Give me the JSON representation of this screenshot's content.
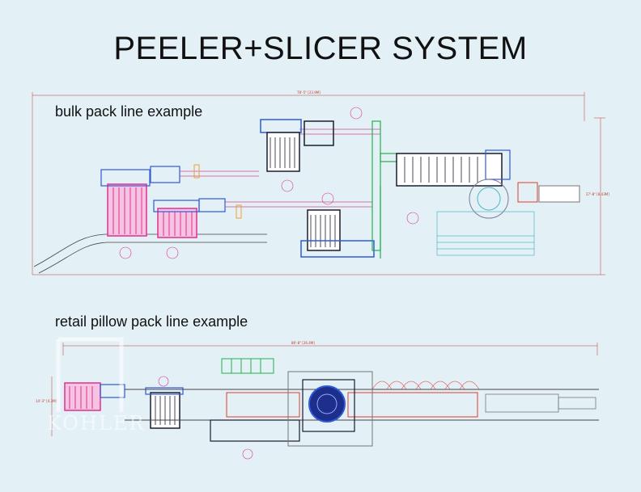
{
  "title": "PEELER+SLICER SYSTEM",
  "sections": [
    {
      "label": "bulk pack line example",
      "overall_length_dim": "78'-5\" [23.9M]",
      "width_dim": "27'-8\" [8.43M]"
    },
    {
      "label": "retail pillow pack line example",
      "overall_length_dim": "86'-8\" [26.4M]",
      "width_dim": "14'-3\" [4.3M]"
    }
  ],
  "watermark": {
    "text": "KOHLER"
  },
  "colors": {
    "background": "#e3f1f7",
    "magenta": "#e0308f",
    "blue": "#2f5bd9",
    "dark": "#1c1c2e",
    "green": "#22b14c",
    "red": "#e23b2e",
    "cyan": "#4fb7c7",
    "orange": "#f0a030",
    "dimension": "#c0392b"
  }
}
